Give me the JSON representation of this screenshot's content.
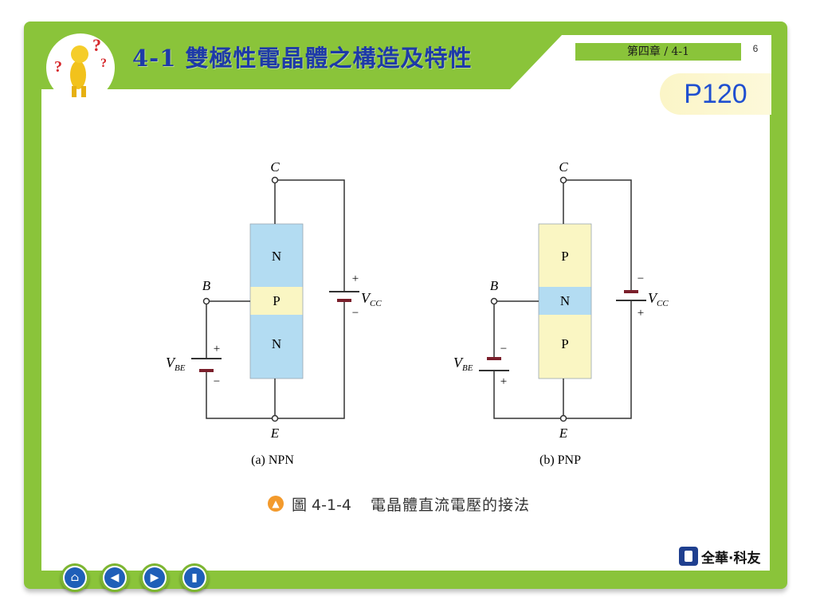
{
  "header": {
    "title": "4-1 雙極性電晶體之構造及特性",
    "chapter": "第四章 / 4-1",
    "page_number": "6",
    "page_ref": "P120"
  },
  "figure": {
    "npn": {
      "collector_label": "C",
      "base_label": "B",
      "emitter_label": "E",
      "layers": [
        "N",
        "P",
        "N"
      ],
      "vbe_label": "V",
      "vbe_sub": "BE",
      "vcc_label": "V",
      "vcc_sub": "CC",
      "vcc_top": "+",
      "vcc_bottom": "−",
      "vbe_top": "+",
      "vbe_bottom": "−",
      "caption": "(a) NPN"
    },
    "pnp": {
      "collector_label": "C",
      "base_label": "B",
      "emitter_label": "E",
      "layers": [
        "P",
        "N",
        "P"
      ],
      "vbe_label": "V",
      "vbe_sub": "BE",
      "vcc_label": "V",
      "vcc_sub": "CC",
      "vcc_top": "−",
      "vcc_bottom": "+",
      "vbe_top": "−",
      "vbe_bottom": "+",
      "caption": "(b) PNP"
    },
    "caption_number": "圖 4-1-4",
    "caption_text": "電晶體直流電壓的接法"
  },
  "colors": {
    "frame_green": "#8ac43a",
    "n_region": "#b3dcf2",
    "p_region": "#faf6c3",
    "title_blue": "#1e3aa8",
    "page_ref_blue": "#1f4fd0"
  },
  "icons": {
    "logo": "thinking-figure-icon",
    "nav": [
      "home-icon",
      "previous-icon",
      "next-icon",
      "exit-icon"
    ]
  },
  "publisher": {
    "name": "全華·科友"
  }
}
